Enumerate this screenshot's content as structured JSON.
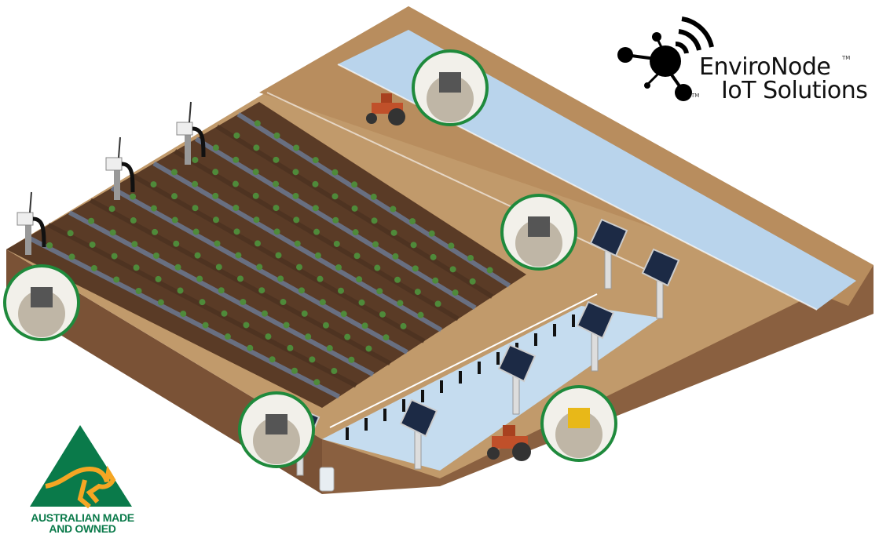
{
  "logo": {
    "line1": "EnviroNode",
    "line2": "IoT Solutions",
    "trademark": "TM",
    "icon": "iot-node-wifi-icon"
  },
  "badge": {
    "line1": "AUSTRALIAN MADE",
    "line2": "AND OWNED",
    "icon": "kangaroo-triangle-icon"
  },
  "colors": {
    "soil_top": "#c19a6b",
    "soil_side": "#7a5236",
    "field": "#5a3b26",
    "water": "#b9d4ec",
    "ring": "#1f8a3c",
    "badge_green": "#0a7a4a",
    "badge_gold": "#f5a623"
  }
}
